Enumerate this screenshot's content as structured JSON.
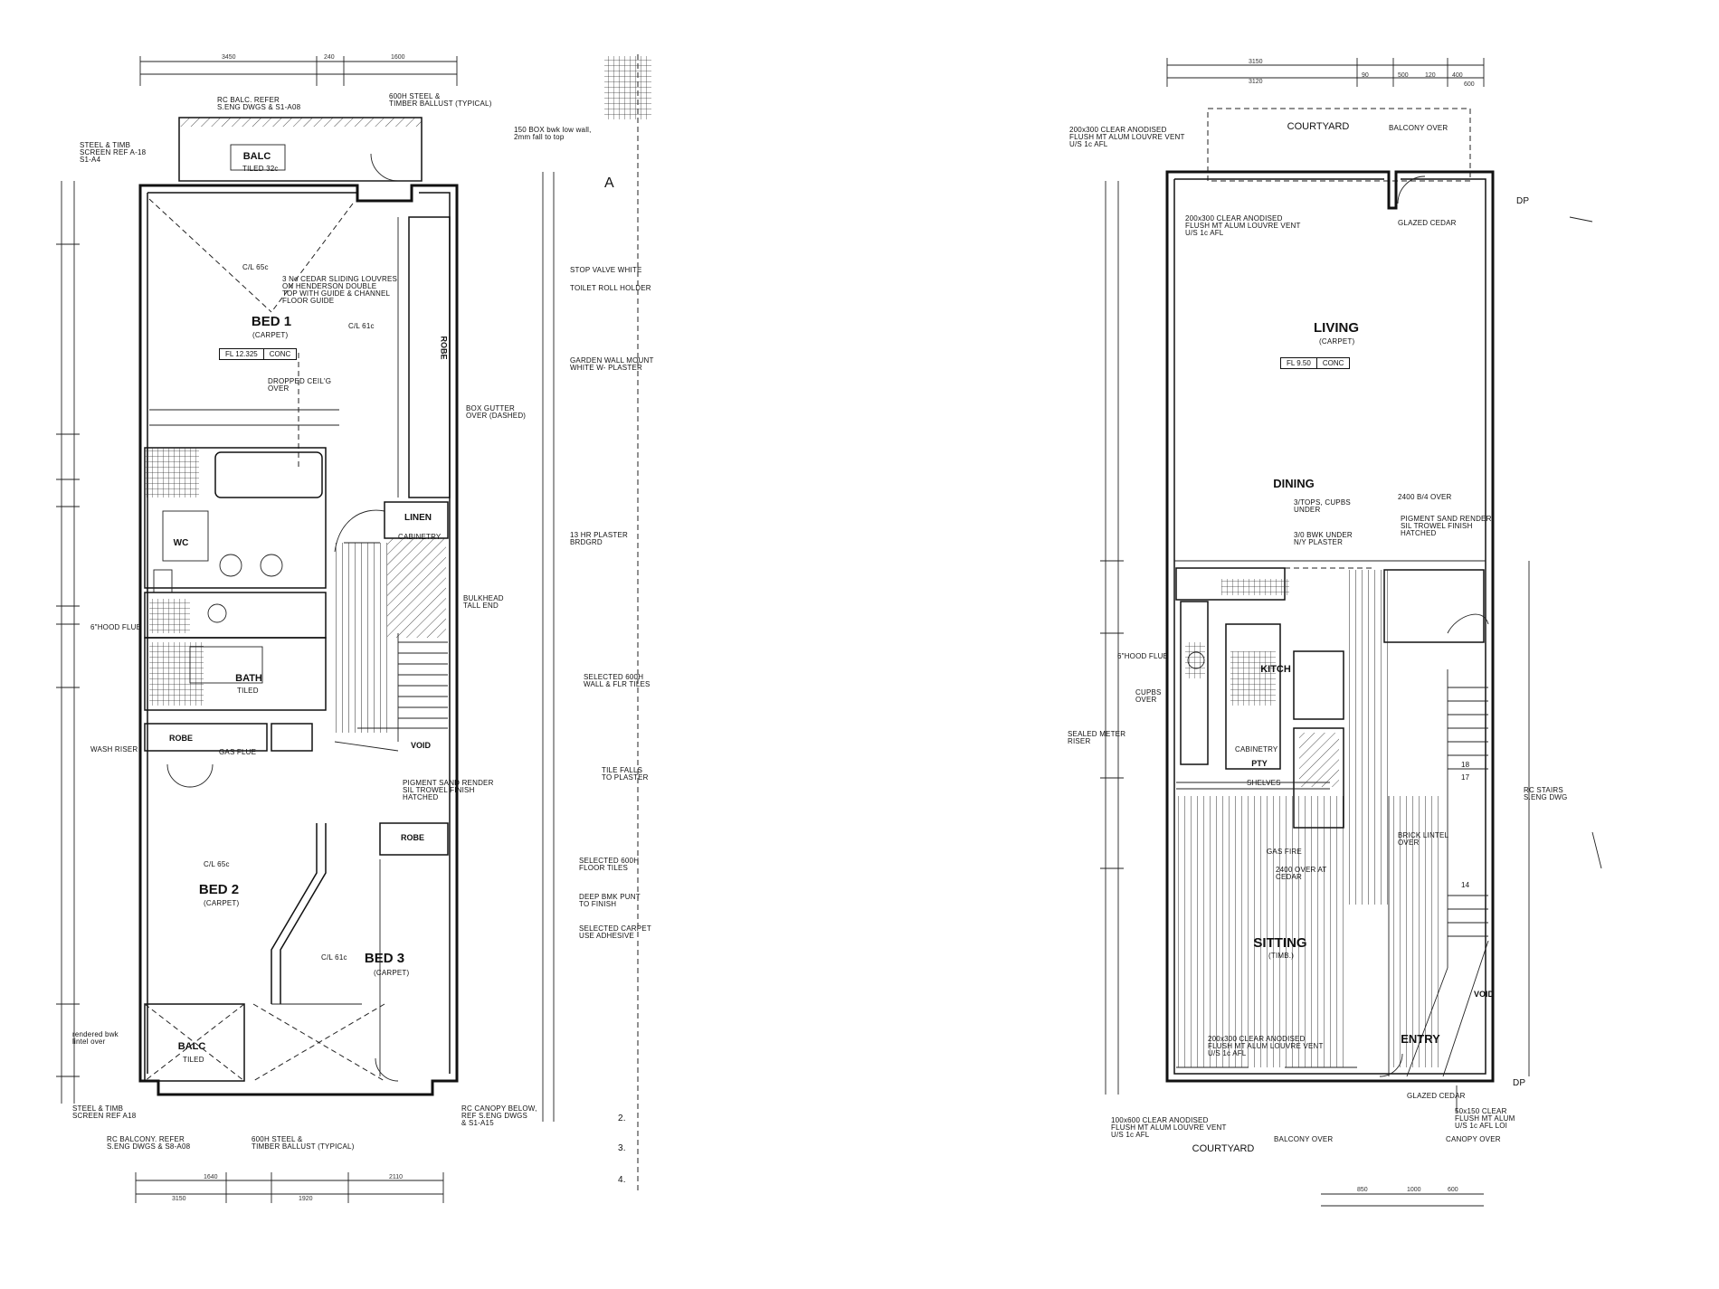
{
  "upper_floor": {
    "rooms": {
      "bed1": "BED 1",
      "bed1_finish": "(CARPET)",
      "bed2": "BED 2",
      "bed2_finish": "(CARPET)",
      "bed3": "BED 3",
      "bed3_finish": "(CARPET)",
      "bath": "BATH",
      "bath_finish": "TILED",
      "balc_top": "BALC",
      "balc_top_finish": "TILED 32c",
      "balc_bottom": "BALC",
      "balc_bottom_finish": "TILED",
      "linen": "LINEN",
      "robe1": "ROBE",
      "robe2": "ROBE",
      "robe3": "ROBE",
      "wc": "WC",
      "void": "VOID",
      "marker_a": "A"
    },
    "floor_level": {
      "label": "FL 12.325",
      "material": "CONC"
    },
    "ceilings": {
      "bed1": "C/L 65c",
      "bed1_robe": "C/L 61c",
      "bed2": "C/L 65c",
      "bed3": "C/L 61c"
    },
    "notes": {
      "louvres": "3 No CEDAR SLIDING LOUVRES\nON HENDERSON DOUBLE\nTOP WITH GUIDE & CHANNEL\nFLOOR GUIDE",
      "dropped_ceiling": "DROPPED CEIL'G\nOVER",
      "box_gutter": "BOX GUTTER\nOVER (DASHED)",
      "rc_balc_top": "RC BALC. REFER\nS.ENG DWGS & S1-A08",
      "steel_ballust_top": "600H STEEL &\nTIMBER BALLUST (TYPICAL)",
      "steel_screen_top": "STEEL & TIMB\nSCREEN REF A-18\nS1-A4",
      "rc_balc_bottom": "RC BALCONY. REFER\nS.ENG DWGS & S8-A08",
      "steel_ballust_bottom": "600H STEEL &\nTIMBER BALLUST (TYPICAL)",
      "steel_screen_bottom": "STEEL & TIMB\nSCREEN REF A18",
      "canopy_below": "RC CANOPY BELOW,\nREF S.ENG DWGS\n& S1-A15",
      "hood_flue": "6\"HOOD FLUE",
      "wash_riser": "WASH RISER",
      "gas_flue": "GAS FLUE",
      "pigment_render": "PIGMENT SAND RENDER\nSIL TROWEL FINISH\nHATCHED",
      "tendered_bwk": "rendered bwk\nlintel over",
      "cabinetry": "CABINETRY",
      "stop_valve": "STOP VALVE WHITE",
      "toilet_roll": "TOILET ROLL HOLDER",
      "garbage_wall": "GARDEN WALL MOUNT\nWHITE W- PLASTER",
      "plaster_boards": "13 HR PLASTER\nBRDGRD",
      "selected_wall": "SELECTED 600H\nWALL & FLR TILES",
      "tile_falls": "TILE FALLS\nTO PLASTER",
      "selected_floor": "SELECTED 600H\nFLOOR TILES",
      "bmk_paint": "DEEP BMK PUNT\nTO FINISH",
      "selected_carpet": "SELECTED CARPET\nUSE ADHESIVE",
      "bulkhead": "BULKHEAD\nTALL END",
      "box_over": "150 BOX bwk low wall,\n2mm fall to top",
      "revision_2": "2.",
      "revision_3": "3.",
      "revision_4": "4."
    },
    "dims_top": [
      "3450",
      "240",
      "1600"
    ],
    "dims_bottom": [
      "3150",
      "1640",
      "1920",
      "2110"
    ]
  },
  "lower_floor": {
    "rooms": {
      "living": "LIVING",
      "living_finish": "(CARPET)",
      "dining": "DINING",
      "kitchen": "KITCH",
      "sitting": "SITTING",
      "sitting_finish": "(TIMB.)",
      "entry": "ENTRY",
      "void": "VOID",
      "pantry": "PTY",
      "courtyard_top": "COURTYARD",
      "courtyard_bottom": "COURTYARD"
    },
    "floor_level": {
      "label": "FL 9.50",
      "material": "CONC"
    },
    "notes": {
      "louvre_top": "200x300 CLEAR ANODISED\nFLUSH MT ALUM LOUVRE VENT\nU/S 1c AFL",
      "louvre_top2": "200x300 CLEAR ANODISED\nFLUSH MT ALUM LOUVRE VENT\nU/S 1c AFL",
      "glazed_cedar_top": "GLAZED CEDAR",
      "balcony_over": "BALCONY OVER",
      "tops": "3/TOPS, CUPBS\nUNDER",
      "bwk_under": "3/0 BWK UNDER\nN/Y PLASTER",
      "head_over": "2400 B/4 OVER",
      "pigment_render": "PIGMENT SAND RENDER\nSIL TROWEL FINISH\nHATCHED",
      "cabinetry": "CABINETRY",
      "cupbs_over": "CUPBS\nOVER",
      "hood_flue": "6\"HOOD FLUE",
      "sealed_meter": "SEALED METER\nRISER",
      "shelves": "SHELVES",
      "gas_fire": "GAS FIRE",
      "over_at": "2400 OVER AT\nCEDAR",
      "brick_lintel": "BRICK LINTEL\nOVER",
      "rc_stairs": "RC STAIRS\nS.ENG DWG",
      "louvre_bottom": "200x300 CLEAR ANODISED\nFLUSH MT ALUM LOUVRE VENT\nU/S 1c AFL",
      "louvre_bottom2": "100x600 CLEAR ANODISED\nFLUSH MT ALUM LOUVRE VENT\nU/S 1c AFL",
      "glazed_cedar_bottom": "GLAZED CEDAR",
      "balcony_over_bottom": "BALCONY OVER",
      "canopy_over": "CANOPY OVER",
      "louvre_right": "50x150 CLEAR\nFLUSH MT ALUM\nU/S 1c AFL LOI",
      "dp": "DP",
      "stair_14": "14",
      "stair_17": "17",
      "stair_18": "18"
    },
    "dims_top": [
      "3150",
      "3120",
      "90",
      "500",
      "120",
      "400",
      "600"
    ],
    "dims_bottom": [
      "850",
      "1000",
      "600"
    ]
  }
}
